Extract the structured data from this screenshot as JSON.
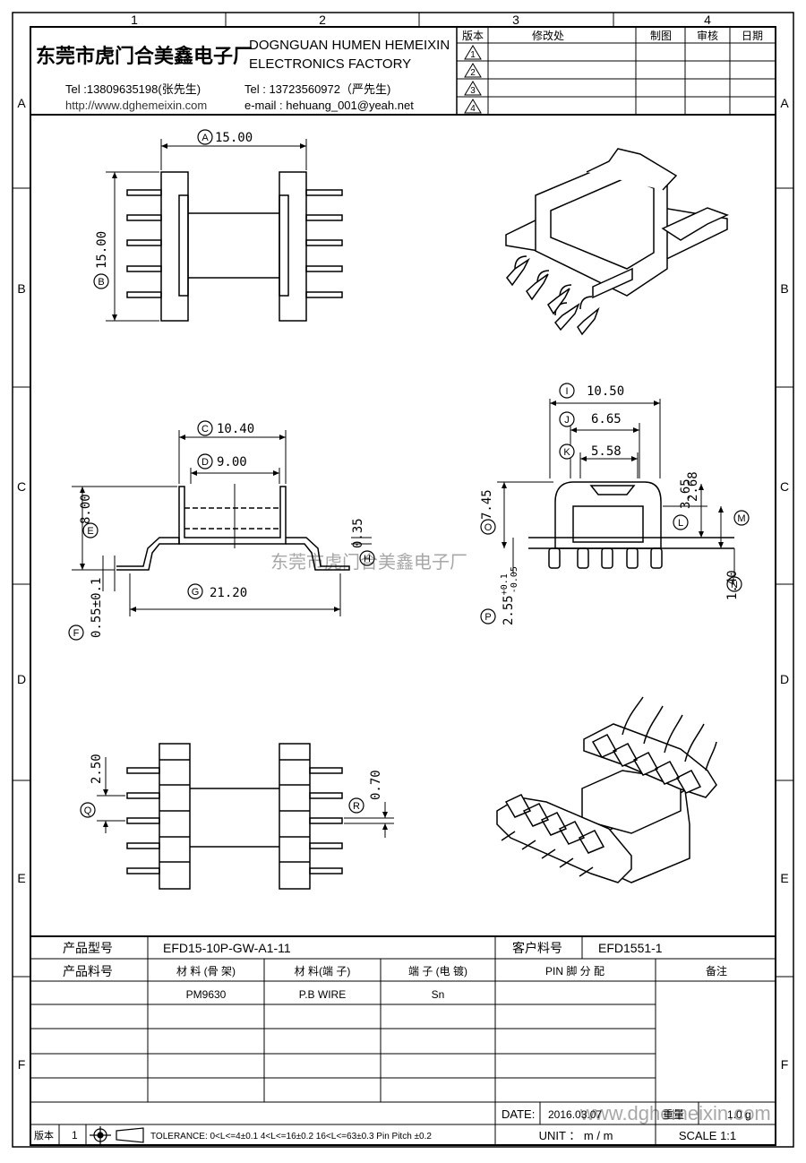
{
  "border": {
    "cols": [
      "1",
      "2",
      "3",
      "4"
    ],
    "rows": [
      "A",
      "B",
      "C",
      "D",
      "E",
      "F"
    ]
  },
  "company": {
    "name_cn": "东莞市虎门合美鑫电子厂",
    "name_en_1": "DOGNGUAN HUMEN HEMEIXIN",
    "name_en_2": "ELECTRONICS FACTORY",
    "tel1": "Tel :13809635198(张先生)",
    "tel2": "Tel : 13723560972（严先生)",
    "website": "http://www.dghemeixin.com",
    "email": "e-mail : hehuang_001@yeah.net"
  },
  "revision_table": {
    "headers": [
      "版本",
      "修改处",
      "制图",
      "审核",
      "日期"
    ],
    "revisions": [
      "1",
      "2",
      "3",
      "4"
    ]
  },
  "dimensions": {
    "A": "15.00",
    "B": "15.00",
    "C": "10.40",
    "D": "9.00",
    "E": "8.00",
    "F": "0.55±0.1",
    "G": "21.20",
    "H": "0.35",
    "I": "10.50",
    "J": "6.65",
    "K": "5.58",
    "L": "3.65",
    "M": "2.68",
    "N": "1.40",
    "O": "7.45",
    "P_main": "2.55",
    "P_tol_plus": "+0.1",
    "P_tol_minus": "-0.05",
    "Q": "2.50",
    "R": "0.70"
  },
  "dimension_letters": [
    "A",
    "B",
    "C",
    "D",
    "E",
    "F",
    "G",
    "H",
    "I",
    "J",
    "K",
    "L",
    "M",
    "N",
    "O",
    "P",
    "Q",
    "R"
  ],
  "watermark": "东莞市虎门合美鑫电子厂",
  "watermark_url": "www.dghemeixin.com",
  "title_block": {
    "product_model_label": "产品型号",
    "product_model": "EFD15-10P-GW-A1-11",
    "customer_pn_label": "客户料号",
    "customer_pn": "EFD1551-1",
    "product_pn_label": "产品料号",
    "col_material_frame": "材 料 (骨 架)",
    "col_material_pin": "材 料(端 子)",
    "col_plating": "端 子 (电 镀)",
    "col_pin_assign": "PIN 脚 分 配",
    "col_remark": "备注",
    "material_frame": "PM9630",
    "material_pin": "P.B WIRE",
    "plating": "Sn",
    "date_label": "DATE:",
    "date": "2016.03.07",
    "weight_label": "重量",
    "weight": "1.0 g",
    "version_label": "版本",
    "version": "1",
    "tolerance": "TOLERANCE:  0<L<=4±0.1  4<L<=16±0.2  16<L<=63±0.3  Pin Pitch  ±0.2",
    "unit": "UNIT ： m / m",
    "scale": "SCALE    1:1"
  }
}
